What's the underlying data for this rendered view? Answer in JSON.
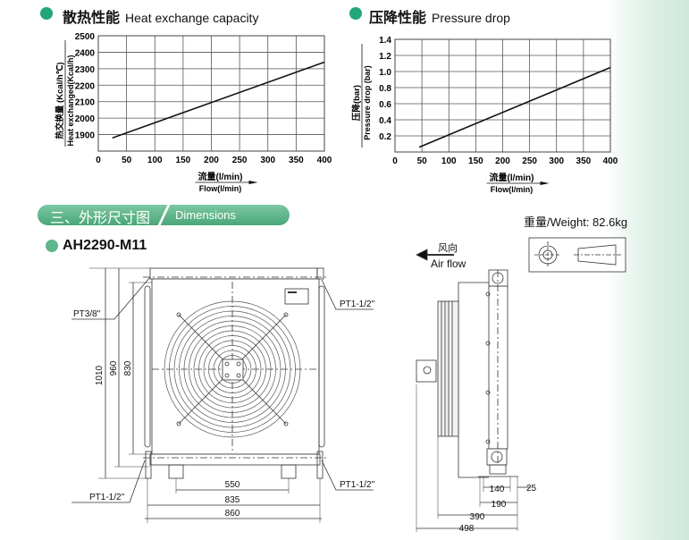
{
  "heat_section": {
    "title_cn": "散热性能",
    "title_en": "Heat exchange capacity"
  },
  "pressure_section": {
    "title_cn": "压降性能",
    "title_en": "Pressure drop"
  },
  "chart_data": [
    {
      "type": "line",
      "title": "Heat exchange capacity",
      "xlabel_cn": "流量(l/min)",
      "xlabel": "Flow(l/min)",
      "ylabel_cn": "热交换量 (Kcal/h℃)",
      "ylabel": "Heat exchanged(Kcal/h)",
      "xlim": [
        0,
        400
      ],
      "ylim": [
        1800,
        2500
      ],
      "xticks": [
        0,
        50,
        100,
        150,
        200,
        250,
        300,
        350,
        400
      ],
      "yticks": [
        1900,
        2000,
        2100,
        2200,
        2300,
        2400,
        2500
      ],
      "grid": true,
      "series": [
        {
          "name": "AH2290-M11",
          "x": [
            25,
            400
          ],
          "y": [
            1880,
            2340
          ]
        }
      ]
    },
    {
      "type": "line",
      "title": "Pressure drop",
      "xlabel_cn": "流量(l/min)",
      "xlabel": "Flow(l/min)",
      "ylabel_cn": "压降(bar)",
      "ylabel": "Pressure drop (bar)",
      "xlim": [
        0,
        400
      ],
      "ylim": [
        0,
        1.4
      ],
      "xticks": [
        0,
        50,
        100,
        150,
        200,
        250,
        300,
        350,
        400
      ],
      "yticks": [
        "0.2",
        "0.4",
        "0.6",
        "0.8",
        "1.0",
        "1.2",
        "1.4"
      ],
      "grid": true,
      "series": [
        {
          "name": "AH2290-M11",
          "x": [
            45,
            400
          ],
          "y": [
            0.06,
            1.05
          ]
        }
      ]
    }
  ],
  "dimensions": {
    "section_cn": "三、外形尺寸图",
    "section_en": "Dimensions",
    "model": "AH2290-M11",
    "weight": "重量/Weight: 82.6kg",
    "airflow_cn": "风向",
    "airflow_en": "Air flow",
    "ports": {
      "pt38": "PT3/8\"",
      "pt_top_right": "PT1-1/2\"",
      "pt_bottom_left": "PT1-1/2\"",
      "pt_bottom_right": "PT1-1/2\""
    },
    "front": {
      "h1010": "1010",
      "h960": "960",
      "h830": "830",
      "w550": "550",
      "w835": "835",
      "w860": "860"
    },
    "side": {
      "d140": "140",
      "d25": "25",
      "d190": "190",
      "d390": "390",
      "d498": "498"
    }
  }
}
